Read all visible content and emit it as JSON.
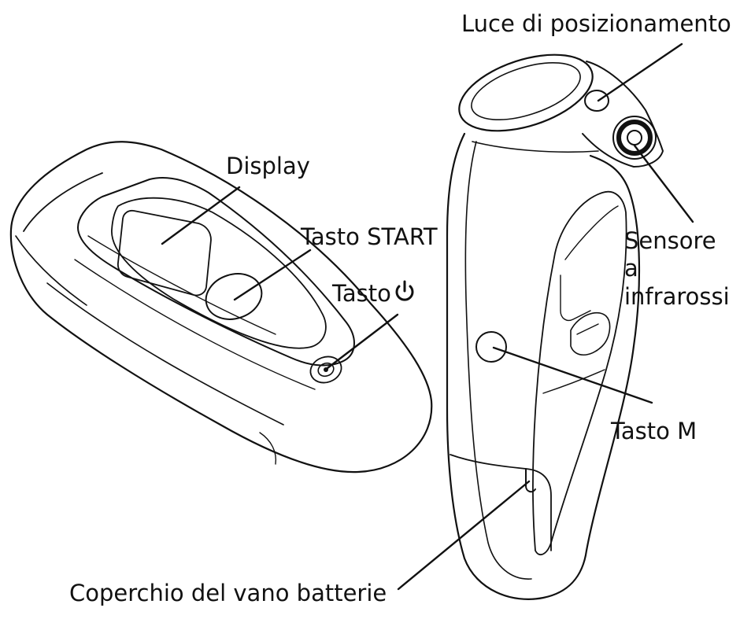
{
  "labels": {
    "display": "Display",
    "start_button": "Tasto START",
    "power_button": "Tasto",
    "positioning_light": "Luce di posizionamento",
    "infrared_sensor": [
      "Sensore",
      "a",
      "infrarossi"
    ],
    "memory_button": "Tasto M",
    "battery_cover": "Coperchio del vano batterie"
  },
  "icons": {
    "power": "power-icon"
  },
  "colors": {
    "line": "#111111",
    "background": "#ffffff"
  }
}
